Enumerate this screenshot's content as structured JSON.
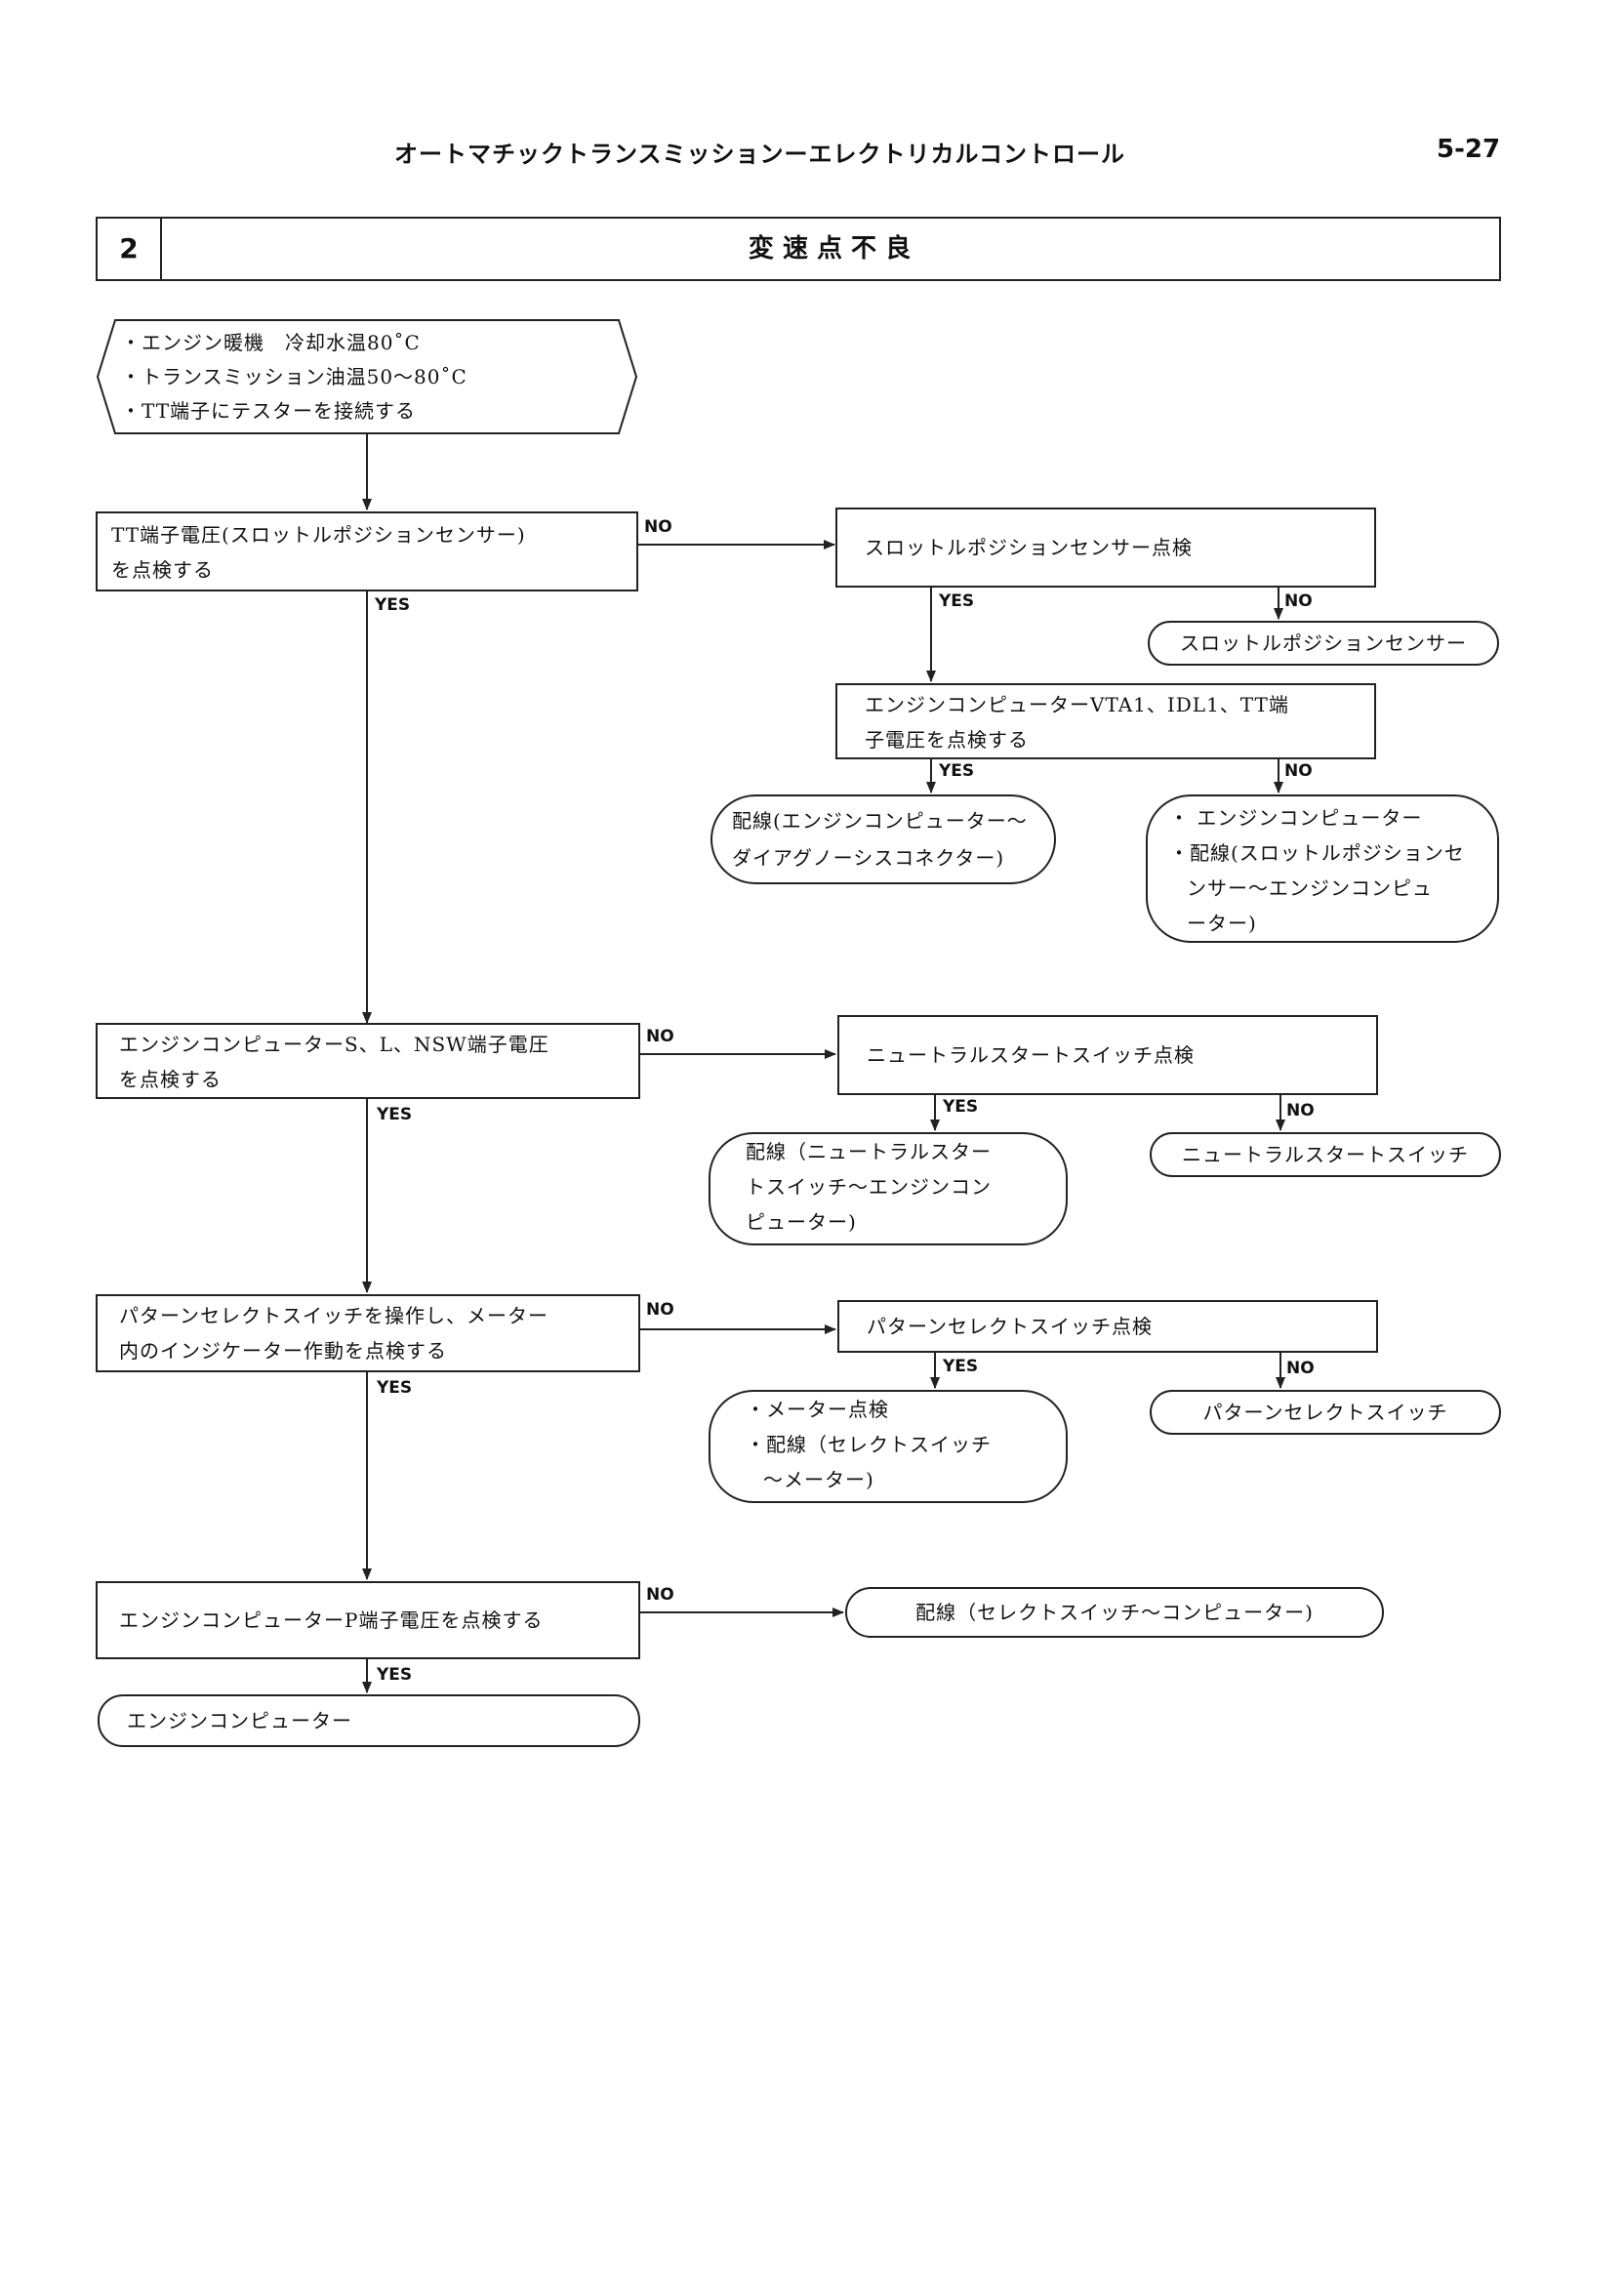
{
  "header": {
    "title": "オートマチックトランスミッションーエレクトリカルコントロール",
    "page_no": "5-27"
  },
  "section": {
    "number": "2",
    "title": "変 速 点 不 良"
  },
  "start": {
    "lines": [
      "・エンジン暖機　冷却水温80˚C",
      "・トランスミッション油温50～80˚C",
      "・TT端子にテスターを接続する"
    ]
  },
  "step1": {
    "lines": [
      "TT端子電圧(スロットルポジションセンサー)",
      "を点検する"
    ],
    "no_check": "スロットルポジションセンサー点検",
    "no_result": "スロットルポジションセンサー",
    "sub_check": [
      "エンジンコンピューターVTA1、IDL1、TT端",
      "子電圧を点検する"
    ],
    "sub_yes_result": [
      "配線(エンジンコンピューター～",
      "ダイアグノーシスコネクター)"
    ],
    "sub_no_result": [
      "・ エンジンコンピューター",
      "・配線(スロットルポジションセ",
      "ンサー～エンジンコンピュ",
      "ーター)"
    ]
  },
  "step2": {
    "lines": [
      "エンジンコンピューターS、L、NSW端子電圧",
      "を点検する"
    ],
    "no_check": "ニュートラルスタートスイッチ点検",
    "yes_result": [
      "配線（ニュートラルスター",
      "トスイッチ～エンジンコン",
      "ピューター)"
    ],
    "no_result": "ニュートラルスタートスイッチ"
  },
  "step3": {
    "lines": [
      "パターンセレクトスイッチを操作し、メーター",
      "内のインジケーター作動を点検する"
    ],
    "no_check": "パターンセレクトスイッチ点検",
    "yes_result": [
      "・メーター点検",
      "・配線（セレクトスイッチ",
      "～メーター)"
    ],
    "no_result": "パターンセレクトスイッチ"
  },
  "step4": {
    "lines": [
      "エンジンコンピューターP端子電圧を点検する"
    ],
    "no_result": "配線（セレクトスイッチ～コンピューター)"
  },
  "final": "エンジンコンピューター",
  "labels": {
    "yes": "YES",
    "no": "NO"
  }
}
